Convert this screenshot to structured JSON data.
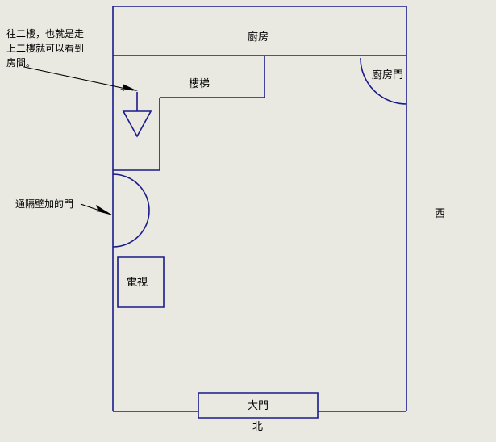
{
  "diagram": {
    "type": "floor-plan",
    "title_text_present": false,
    "colors": {
      "background": "#e9e9e1",
      "wall_line": "#1a1a8c",
      "text": "#000000",
      "annotation_line": "#000000"
    },
    "rooms": [
      {
        "id": "kitchen",
        "label": "廚房"
      },
      {
        "id": "stairs",
        "label": "樓梯"
      },
      {
        "id": "television",
        "label": "電視"
      }
    ],
    "doors": [
      {
        "id": "kitchen-door",
        "label": "廚房門"
      },
      {
        "id": "main-gate",
        "label": "大門"
      },
      {
        "id": "partition-door",
        "label": ""
      }
    ],
    "compass": [
      {
        "id": "west",
        "label": "西"
      },
      {
        "id": "north",
        "label": "北"
      }
    ],
    "annotations": [
      {
        "id": "upstairs-note",
        "text": "往二樓，也就是走\n上二樓就可以看到\n房間。"
      },
      {
        "id": "partition-door-note",
        "text": "通隔壁加的門"
      }
    ]
  }
}
